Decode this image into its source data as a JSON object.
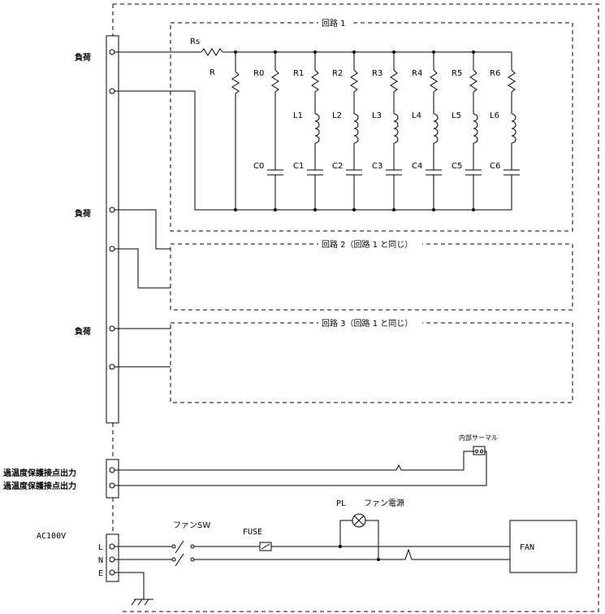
{
  "labels": {
    "load": "負荷",
    "circuit1": "回路 1",
    "circuit2": "回路 2（回路 1 と同じ）",
    "circuit3": "回路 3（回路 1 と同じ）",
    "overtemp1": "過温度保護接点出力",
    "overtemp2": "過温度保護接点出力",
    "ac": "AC100V",
    "terminal_l": "L",
    "terminal_n": "N",
    "terminal_e": "E",
    "fan_sw": "ファンSW",
    "fuse": "FUSE",
    "pl": "PL",
    "fan_power": "ファン電源",
    "internal_thermal": "内部サーマル",
    "fan": "FAN",
    "rs": "Rs",
    "r": "R"
  },
  "branches": [
    {
      "r": "R0",
      "l": "",
      "c": "C0"
    },
    {
      "r": "R1",
      "l": "L1",
      "c": "C1"
    },
    {
      "r": "R2",
      "l": "L2",
      "c": "C2"
    },
    {
      "r": "R3",
      "l": "L3",
      "c": "C3"
    },
    {
      "r": "R4",
      "l": "L4",
      "c": "C4"
    },
    {
      "r": "R5",
      "l": "L5",
      "c": "C5"
    },
    {
      "r": "R6",
      "l": "L6",
      "c": "C6"
    }
  ]
}
